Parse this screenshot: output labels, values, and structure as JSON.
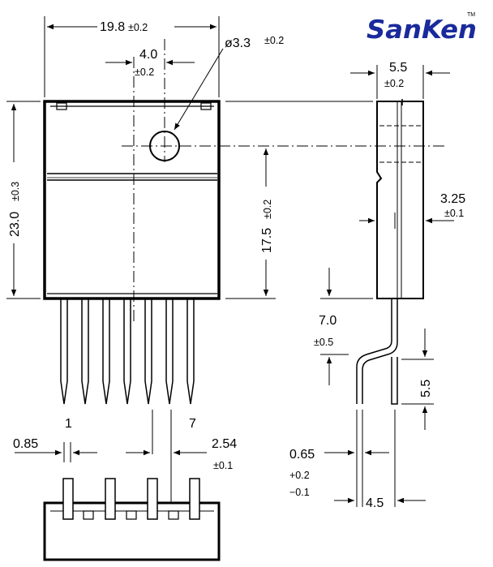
{
  "logo": {
    "text": "SanKen",
    "mark": "TM",
    "color": "#1a2a9c"
  },
  "dimensions": {
    "width_overall": "19.8",
    "width_overall_tol": "±0.2",
    "hole_offset": "4.0",
    "hole_offset_tol": "±0.2",
    "hole_diameter": "ø3.3",
    "hole_diameter_tol": "±0.2",
    "thickness": "5.5",
    "thickness_tol": "±0.2",
    "height": "23.0",
    "height_tol": "±0.3",
    "hole_height": "17.5",
    "hole_height_tol": "±0.2",
    "tab_thickness": "3.25",
    "tab_thickness_tol": "±0.1",
    "lead_bend": "7.0",
    "lead_bend_tol": "±0.5",
    "lead_tail": "5.5",
    "lead_width": "0.85",
    "pin_first": "1",
    "pin_last": "7",
    "pitch": "2.54",
    "pitch_tol": "±0.1",
    "lead_thickness": "0.65",
    "lead_thickness_tol_plus": "+0.2",
    "lead_thickness_tol_minus": "−0.1",
    "lead_offset": "4.5"
  }
}
